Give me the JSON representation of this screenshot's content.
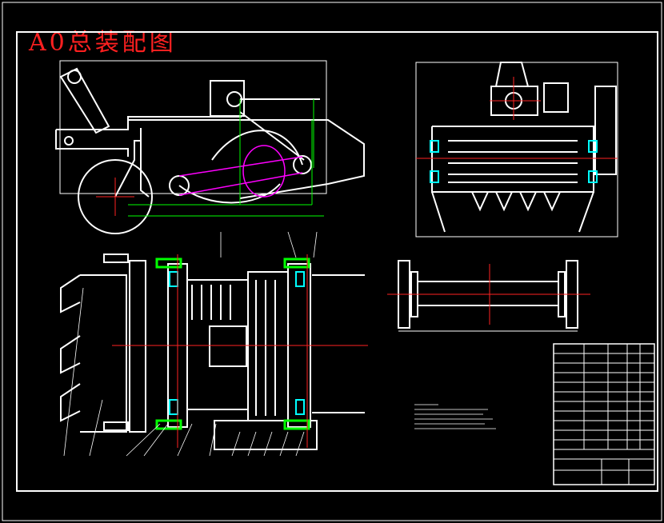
{
  "drawing": {
    "title": "A0总装配图",
    "background": "#000000",
    "line_color": "#ffffff",
    "accent_colors": {
      "centerline": "#ff2222",
      "dimension": "#00ff00",
      "chain": "#ff00ff",
      "bearing": "#00ffff",
      "sheet_frame": "#ffffff"
    }
  },
  "views": [
    {
      "name": "side-view"
    },
    {
      "name": "front-view"
    },
    {
      "name": "plan-view"
    },
    {
      "name": "shaft-detail"
    }
  ],
  "title_block": {
    "present": true
  },
  "notes_block": {
    "present": true
  }
}
